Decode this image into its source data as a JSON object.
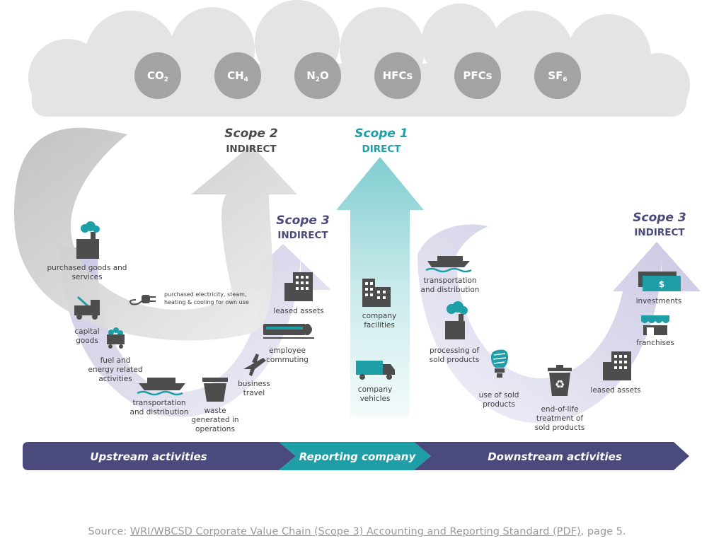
{
  "gases": [
    {
      "base": "CO",
      "sub": "2"
    },
    {
      "base": "CH",
      "sub": "4"
    },
    {
      "base": "N",
      "sub": "2",
      "tail": "O"
    },
    {
      "base": "HFCs",
      "sub": ""
    },
    {
      "base": "PFCs",
      "sub": ""
    },
    {
      "base": "SF",
      "sub": "6"
    }
  ],
  "scope2": {
    "title": "Scope 2",
    "subtitle": "INDIRECT"
  },
  "scope1": {
    "title": "Scope 1",
    "subtitle": "DIRECT"
  },
  "scope3_upstream": {
    "title": "Scope 3",
    "subtitle": "INDIRECT"
  },
  "scope3_downstream": {
    "title": "Scope 3",
    "subtitle": "INDIRECT"
  },
  "upstream": {
    "purchased_goods": [
      "purchased goods and",
      "services"
    ],
    "capital_goods": [
      "capital",
      "goods"
    ],
    "fuel_energy": [
      "fuel and",
      "energy related",
      "activities"
    ],
    "transportation": [
      "transportation",
      "and distribution"
    ],
    "waste": [
      "waste",
      "generated in",
      "operations"
    ],
    "business_travel": [
      "business",
      "travel"
    ],
    "employee_commuting": [
      "employee",
      "commuting"
    ],
    "leased_assets": [
      "leased assets"
    ],
    "electricity": [
      "purchased electricity, steam,",
      "heating & cooling for own use"
    ]
  },
  "company": {
    "facilities": [
      "company",
      "facilities"
    ],
    "vehicles": [
      "company",
      "vehicles"
    ]
  },
  "downstream": {
    "transportation": [
      "transportation",
      "and distribution"
    ],
    "processing": [
      "processing of",
      "sold products"
    ],
    "use": [
      "use of sold",
      "products"
    ],
    "end_of_life": [
      "end-of-life",
      "treatment of",
      "sold products"
    ],
    "leased_assets": [
      "leased assets"
    ],
    "franchises": [
      "franchises"
    ],
    "investments": [
      "investments"
    ]
  },
  "bands": {
    "upstream": "Upstream activities",
    "reporting": "Reporting company",
    "downstream": "Downstream activities"
  },
  "source": {
    "prefix": "Source: ",
    "link": "WRI/WBCSD Corporate Value Chain (Scope 3) Accounting and Reporting Standard (PDF)",
    "suffix": ", page 5."
  },
  "colors": {
    "teal": "#1e9ea6",
    "navy": "#4a4a7c",
    "lavender": "#dcdcec",
    "grey_arrow": "#d9d9d9",
    "cloud": "#e4e4e4",
    "gas_circle": "#a3a3a3",
    "icon": "#4d4d4d"
  }
}
